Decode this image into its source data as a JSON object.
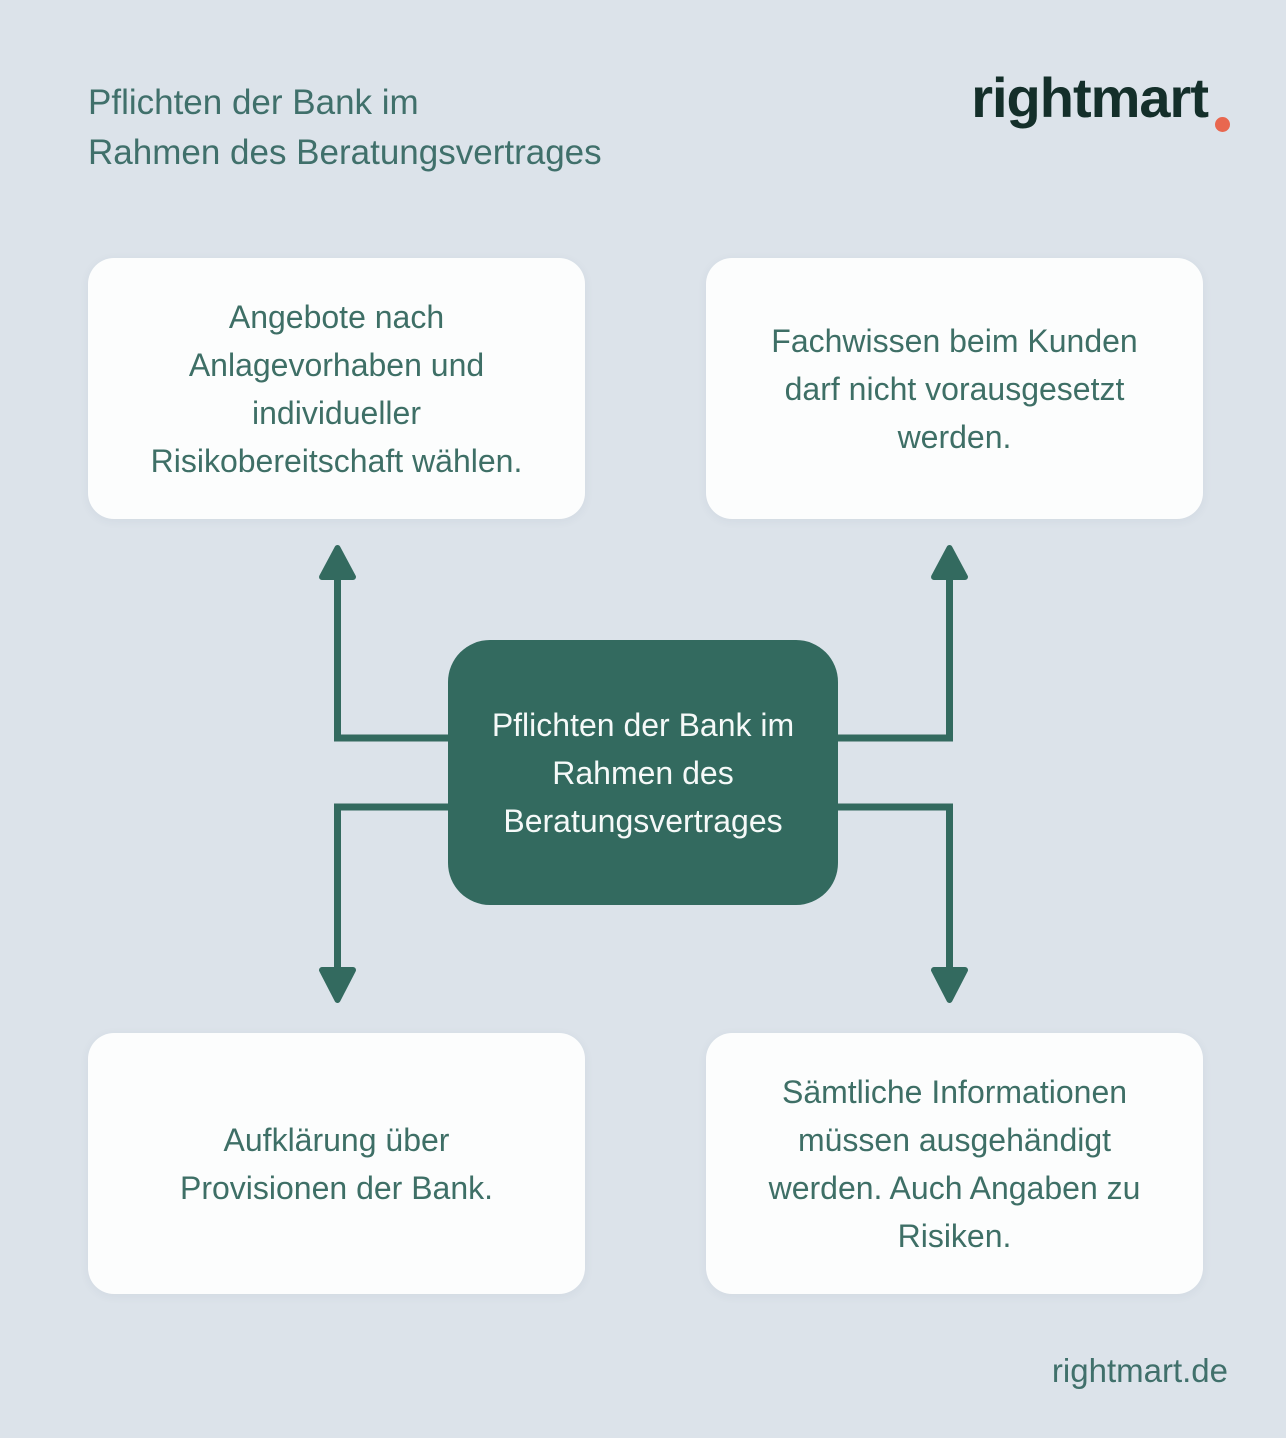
{
  "colors": {
    "background": "#dce3ea",
    "card": "#fcfdfd",
    "teal": "#3e6f66",
    "title_teal": "#40706b",
    "node": "#336a5f",
    "node_text": "#f5f9f8",
    "logo_green": "#142f2a",
    "accent": "#e8674f"
  },
  "header": {
    "title": "Pflichten der Bank im\nRahmen des Beratungsvertrages"
  },
  "logo": {
    "text": "rightmart",
    "dot": "."
  },
  "center_node": {
    "text": "Pflichten der Bank im\nRahmen des\nBeratungsvertrages"
  },
  "cards": [
    {
      "position": "top-left",
      "text": "Angebote nach\nAnlagevorhaben und\nindividueller\nRisikobereitschaft wählen."
    },
    {
      "position": "top-right",
      "text": "Fachwissen beim Kunden\ndarf nicht vorausgesetzt\nwerden."
    },
    {
      "position": "bottom-left",
      "text": "Aufklärung über\nProvisionen der Bank."
    },
    {
      "position": "bottom-right",
      "text": "Sämtliche Informationen\nmüssen ausgehändigt\nwerden. Auch Angaben zu\nRisiken."
    }
  ],
  "footer": {
    "site": "rightmart.de"
  }
}
